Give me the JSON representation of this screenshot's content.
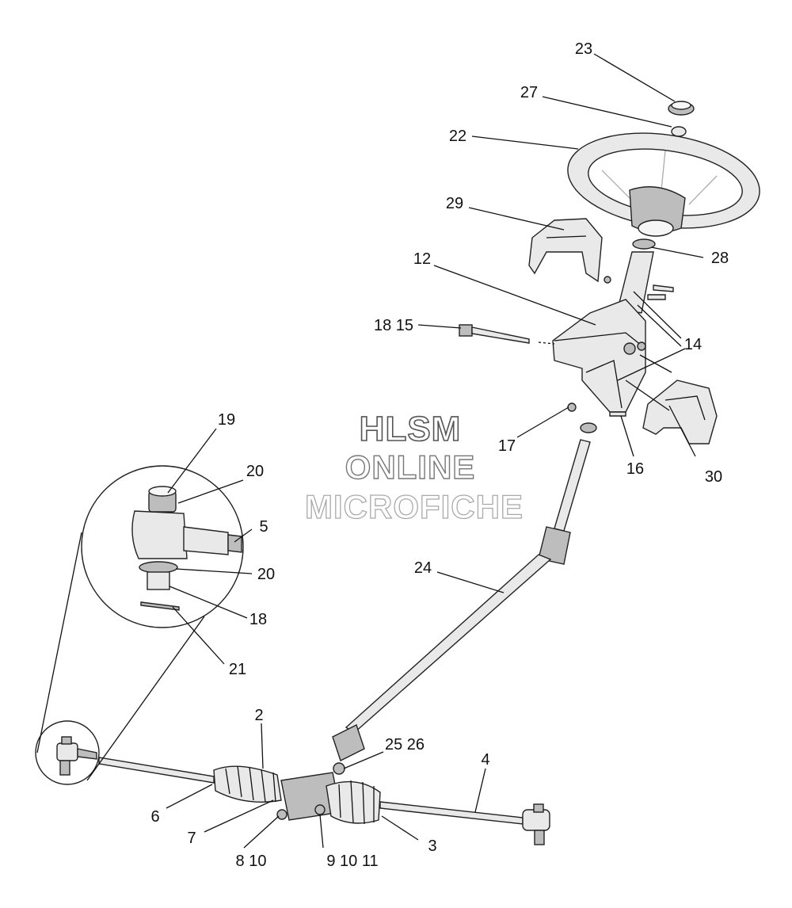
{
  "watermark": {
    "line1": "HLSM",
    "line2": "ONLINE",
    "line3": "MICROFICHE"
  },
  "callouts": {
    "c23": "23",
    "c27": "27",
    "c22": "22",
    "c29": "29",
    "c28": "28",
    "c12": "12",
    "c18_15": "18  15",
    "c14": "14",
    "c17": "17",
    "c16": "16",
    "c30": "30",
    "c19": "19",
    "c20a": "20",
    "c5": "5",
    "c20b": "20",
    "c18": "18",
    "c21": "21",
    "c24": "24",
    "c2": "2",
    "c25_26": "25  26",
    "c4": "4",
    "c6": "6",
    "c7": "7",
    "c8_10": "8   10",
    "c9_10_11": "9    10  11",
    "c3": "3"
  }
}
